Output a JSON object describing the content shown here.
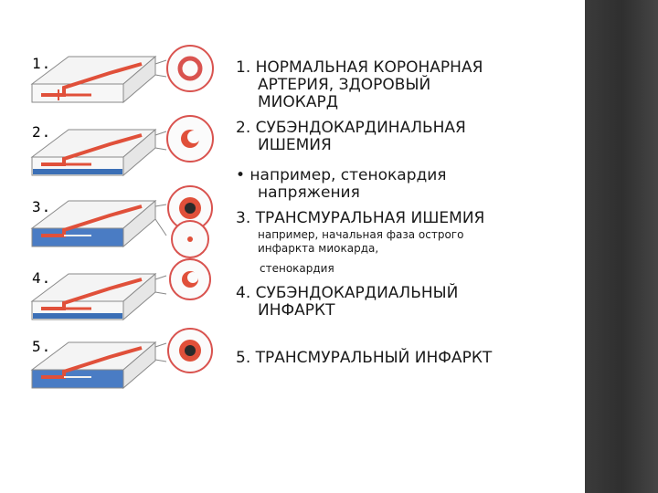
{
  "stage_numbers": [
    "1.",
    "2.",
    "3.",
    "4.",
    "5."
  ],
  "items": [
    {
      "lines": [
        "1. НОРМАЛЬНАЯ КОРОНАРНАЯ",
        "АРТЕРИЯ, ЗДОРОВЫЙ",
        "МИОКАРД"
      ]
    },
    {
      "lines": [
        "2. СУБЭНДОКАРДИНАЛЬНАЯ",
        "ИШЕМИЯ"
      ]
    },
    {
      "lines": [
        "• например, стенокардия",
        "напряжения"
      ]
    },
    {
      "lines": [
        "3. ТРАНСМУРАЛЬНАЯ ИШЕМИЯ"
      ]
    },
    {
      "lines": [
        "например, начальная фаза острого",
        "инфаркта миокарда,",
        "стенокардия"
      ]
    },
    {
      "lines": [
        "4. СУБЭНДОКАРДИАЛЬНЫЙ",
        "ИНФАРКТ"
      ]
    },
    {
      "lines": [
        "5. ТРАНСМУРАЛЬНЫЙ ИНФАРКТ"
      ]
    }
  ],
  "colors": {
    "artery": "#e0503a",
    "ischemia": "#3b6fb6",
    "infarct": "#4a7cc4",
    "sidebar": "#353535"
  }
}
